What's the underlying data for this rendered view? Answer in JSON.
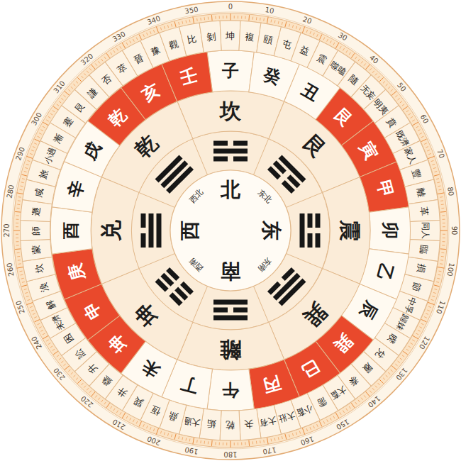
{
  "diagram": {
    "nodes": [
      {
        "text": [
          "北",
          "东",
          "南",
          "西",
          "东北",
          "西北",
          "东南",
          "西南"
        ]
      },
      {
        "text": [
          "坎"
        ]
      },
      {
        "text": [
          "艮"
        ]
      },
      {
        "text": [
          "震"
        ]
      },
      {
        "text": [
          "巽"
        ]
      },
      {
        "text": [
          "離"
        ]
      },
      {
        "text": [
          "坤"
        ]
      },
      {
        "text": [
          "兑"
        ]
      },
      {
        "text": [
          "乾"
        ]
      },
      {
        "text": [
          "子"
        ]
      },
      {
        "text": [
          "癸"
        ]
      },
      {
        "text": [
          "丑"
        ]
      },
      {
        "text": [
          "艮"
        ]
      },
      {
        "text": [
          "寅"
        ]
      },
      {
        "text": [
          "甲"
        ]
      },
      {
        "text": [
          "卯"
        ]
      },
      {
        "text": [
          "乙"
        ]
      },
      {
        "text": [
          "辰"
        ]
      },
      {
        "text": [
          "巽"
        ]
      },
      {
        "text": [
          "巳"
        ]
      },
      {
        "text": [
          "丙"
        ]
      },
      {
        "text": [
          "午"
        ]
      },
      {
        "text": [
          "丁"
        ]
      },
      {
        "text": [
          "未"
        ]
      },
      {
        "text": [
          "坤"
        ]
      },
      {
        "text": [
          "申"
        ]
      },
      {
        "text": [
          "庚"
        ]
      },
      {
        "text": [
          "酉"
        ]
      },
      {
        "text": [
          "辛"
        ]
      },
      {
        "text": [
          "戌"
        ]
      },
      {
        "text": [
          "乾"
        ]
      },
      {
        "text": [
          "亥"
        ]
      },
      {
        "text": [
          "壬"
        ]
      },
      {
        "text": [
          "坤"
        ]
      },
      {
        "text": [
          "複"
        ]
      },
      {
        "text": [
          "頤"
        ]
      },
      {
        "text": [
          "屯"
        ]
      },
      {
        "text": [
          "益"
        ]
      },
      {
        "text": [
          "震"
        ]
      },
      {
        "text": [
          "噬嗑"
        ]
      },
      {
        "text": [
          "隨"
        ]
      },
      {
        "text": [
          "无妄"
        ]
      },
      {
        "text": [
          "明夷"
        ]
      },
      {
        "text": [
          "賁"
        ]
      },
      {
        "text": [
          "既濟"
        ]
      },
      {
        "text": [
          "家人"
        ]
      },
      {
        "text": [
          "豐"
        ]
      },
      {
        "text": [
          "離"
        ]
      },
      {
        "text": [
          "革"
        ]
      },
      {
        "text": [
          "同人"
        ]
      },
      {
        "text": [
          "臨"
        ]
      },
      {
        "text": [
          "損"
        ]
      },
      {
        "text": [
          "節"
        ]
      },
      {
        "text": [
          "中孚"
        ]
      },
      {
        "text": [
          "歸妹"
        ]
      },
      {
        "text": [
          "睽"
        ]
      },
      {
        "text": [
          "兌"
        ]
      },
      {
        "text": [
          "履"
        ]
      },
      {
        "text": [
          "泰"
        ]
      },
      {
        "text": [
          "大畜"
        ]
      },
      {
        "text": [
          "需"
        ]
      },
      {
        "text": [
          "小畜"
        ]
      },
      {
        "text": [
          "大壯"
        ]
      },
      {
        "text": [
          "大有"
        ]
      },
      {
        "text": [
          "夬"
        ]
      },
      {
        "text": [
          "乾"
        ]
      },
      {
        "text": [
          "姤"
        ]
      },
      {
        "text": [
          "大過"
        ]
      },
      {
        "text": [
          "鼎"
        ]
      },
      {
        "text": [
          "恆"
        ]
      },
      {
        "text": [
          "巽"
        ]
      },
      {
        "text": [
          "井"
        ]
      },
      {
        "text": [
          "蠱"
        ]
      },
      {
        "text": [
          "升"
        ]
      },
      {
        "text": [
          "訟"
        ]
      },
      {
        "text": [
          "困"
        ]
      },
      {
        "text": [
          "未濟"
        ]
      },
      {
        "text": [
          "解"
        ]
      },
      {
        "text": [
          "渙"
        ]
      },
      {
        "text": [
          "坎"
        ]
      },
      {
        "text": [
          "蒙"
        ]
      },
      {
        "text": [
          "師"
        ]
      },
      {
        "text": [
          "遯"
        ]
      },
      {
        "text": [
          "咸"
        ]
      },
      {
        "text": [
          "旅"
        ]
      },
      {
        "text": [
          "小過"
        ]
      },
      {
        "text": [
          "漸"
        ]
      },
      {
        "text": [
          "蹇"
        ]
      },
      {
        "text": [
          "艮"
        ]
      },
      {
        "text": [
          "謙"
        ]
      },
      {
        "text": [
          "否"
        ]
      },
      {
        "text": [
          "萃"
        ]
      },
      {
        "text": [
          "晉"
        ]
      },
      {
        "text": [
          "豫"
        ]
      },
      {
        "text": [
          "觀"
        ]
      },
      {
        "text": [
          "比"
        ]
      },
      {
        "text": [
          "剝"
        ]
      }
    ],
    "labels": [
      "0",
      "10",
      "20",
      "30",
      "40",
      "50",
      "60",
      "70",
      "80",
      "90",
      "100",
      "110",
      "120",
      "130",
      "140",
      "150",
      "160",
      "170",
      "180",
      "190",
      "200",
      "210",
      "220",
      "230",
      "240",
      "250",
      "260",
      "270",
      "280",
      "290",
      "300",
      "310",
      "320",
      "330",
      "340",
      "350"
    ]
  }
}
